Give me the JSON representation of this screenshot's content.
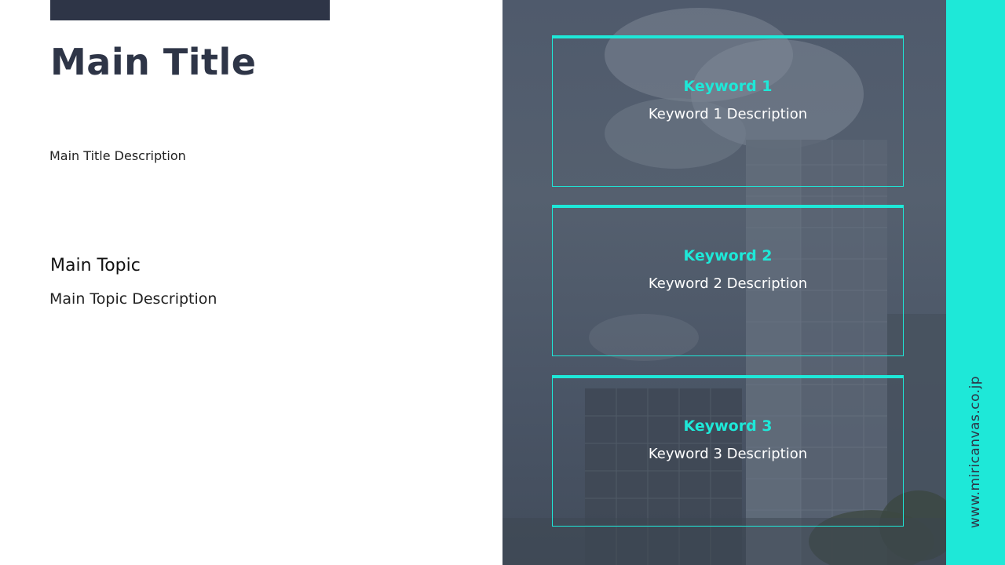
{
  "slide": {
    "main_title": "Main Title",
    "main_title_description": "Main Title Description",
    "main_topic": "Main Topic",
    "main_topic_description": "Main Topic Description",
    "website": "www.miricanvas.co.jp",
    "keywords": [
      {
        "title": "Keyword 1",
        "description": "Keyword 1 Description"
      },
      {
        "title": "Keyword 2",
        "description": "Keyword 2 Description"
      },
      {
        "title": "Keyword 3",
        "description": "Keyword 3 Description"
      }
    ]
  },
  "colors": {
    "accent": "#1ee8d8",
    "navy": "#2e3547",
    "photo_overlay": "#4d5869"
  },
  "icons": {
    "photo": "city-buildings-photo"
  }
}
